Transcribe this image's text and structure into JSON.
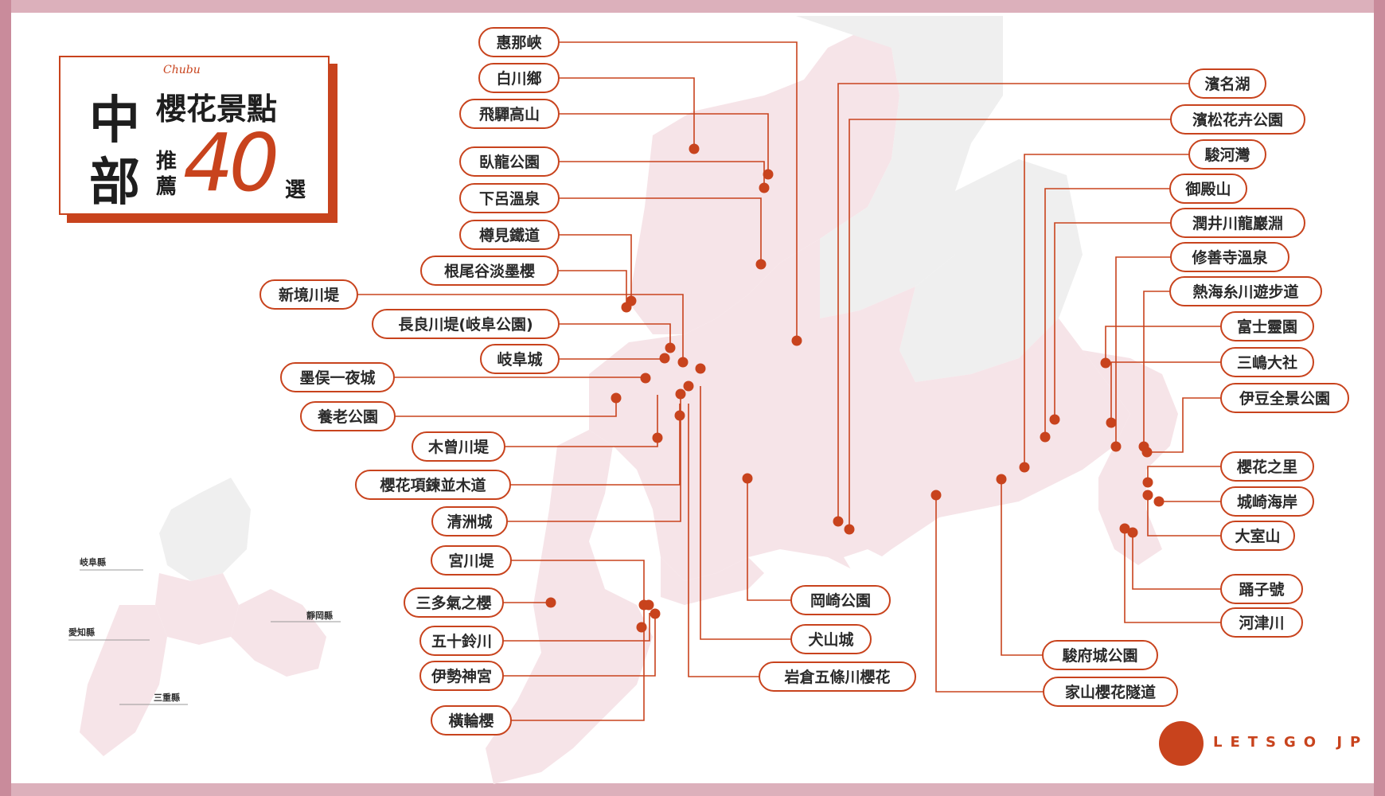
{
  "title": {
    "script": "Chubu",
    "region_char1": "中",
    "region_char2": "部",
    "main": "櫻花景點",
    "sub1": "推",
    "sub2": "薦",
    "number": "40",
    "suffix": "選"
  },
  "inset_map": {
    "labels": [
      "岐阜縣",
      "愛知縣",
      "靜岡縣",
      "三重縣"
    ]
  },
  "spots": [
    "惠那峽",
    "白川鄉",
    "飛驒高山",
    "臥龍公園",
    "下呂溫泉",
    "樽見鐵道",
    "根尾谷淡墨櫻",
    "新境川堤",
    "長良川堤(岐阜公園)",
    "岐阜城",
    "墨俣一夜城",
    "養老公園",
    "木曾川堤",
    "櫻花項鍊並木道",
    "清洲城",
    "宮川堤",
    "三多氣之櫻",
    "五十鈴川",
    "伊勢神宮",
    "橫輪櫻",
    "岡崎公園",
    "犬山城",
    "岩倉五條川櫻花",
    "駿府城公園",
    "家山櫻花隧道",
    "濱名湖",
    "濱松花卉公園",
    "駿河灣",
    "御殿山",
    "潤井川龍巖淵",
    "修善寺溫泉",
    "熱海糸川遊步道",
    "富士靈園",
    "三嶋大社",
    "伊豆全景公園",
    "櫻花之里",
    "城崎海岸",
    "大室山",
    "踊子號",
    "河津川"
  ],
  "colors": {
    "accent": "#c8431d",
    "map_fill": "#f6e4e8",
    "map_gray": "#efefef",
    "frame": "#dcb0bb"
  },
  "logo": {
    "text": "LETSGO JP"
  }
}
